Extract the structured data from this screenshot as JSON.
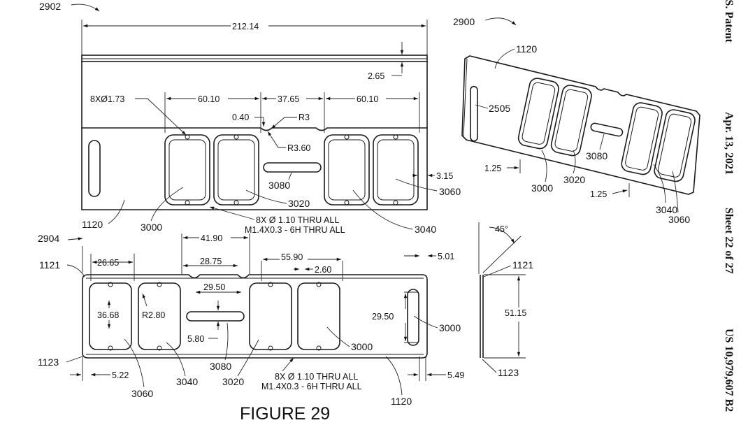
{
  "figure": {
    "caption": "FIGURE 29",
    "refs": {
      "views": [
        "2902",
        "2900",
        "2904"
      ],
      "parts": [
        "1120",
        "1121",
        "1123",
        "2505",
        "3000",
        "3020",
        "3040",
        "3060",
        "3080"
      ]
    }
  },
  "header": {
    "patent": "U.S. Patent",
    "date": "Apr. 13, 2021",
    "sheet": "Sheet 22 of 27",
    "number": "US 10,979,607 B2"
  },
  "top_view": {
    "label": "2902",
    "dims": [
      "212.14",
      "2.65",
      "60.10",
      "37.65",
      "60.10",
      "0.40",
      "R3",
      "R3.60",
      "3.15"
    ],
    "notes": [
      "8XØ1.73",
      "8X Ø 1.10 THRU ALL",
      "M1.4X0.3 - 6H THRU ALL"
    ],
    "callouts": [
      "1120",
      "3000",
      "3080",
      "3020",
      "3040",
      "3060"
    ]
  },
  "iso_view": {
    "label": "2900",
    "callouts": [
      "1120",
      "2505",
      "3080",
      "3000",
      "3020",
      "3040",
      "3060"
    ],
    "dims": [
      "1.25",
      "1.25"
    ]
  },
  "front_view": {
    "label": "2904",
    "dims": [
      "26.65",
      "41.90",
      "28.75",
      "29.50",
      "55.90",
      "2.60",
      "5.01",
      "36.68",
      "R2.80",
      "5.80",
      "29.50",
      "5.22",
      "5.49"
    ],
    "notes": [
      "8X Ø 1.10 THRU ALL",
      "M1.4X0.3 - 6H THRU ALL"
    ],
    "callouts": [
      "1121",
      "1123",
      "3060",
      "3040",
      "3020",
      "3080",
      "3000",
      "1120"
    ]
  },
  "side_view": {
    "dims": [
      "45°",
      "51.15"
    ],
    "callouts": [
      "1121",
      "1123"
    ]
  }
}
